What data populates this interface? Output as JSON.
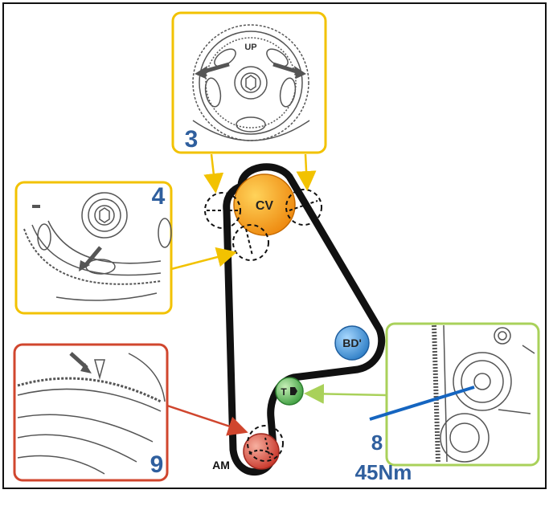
{
  "colors": {
    "yellow_frame": "#F2C200",
    "red_frame": "#D0462E",
    "green_frame": "#A9D15A",
    "blue_label": "#2F5F9E",
    "belt": "#111111",
    "cv_pulley": "#F39A1A",
    "bd_pulley": "#3F8FD6",
    "t_pulley": "#4CAF50",
    "am_pulley": "#D6453A",
    "sketch": "#555555"
  },
  "pulleys": {
    "cv": "CV",
    "bd": "BD'",
    "t": "T",
    "am": "AM"
  },
  "callouts": {
    "step3": "3",
    "step4": "4",
    "step8": "8",
    "step8_torque": "45Nm",
    "step9": "9"
  },
  "detail_top": {
    "up_label": "UP"
  }
}
